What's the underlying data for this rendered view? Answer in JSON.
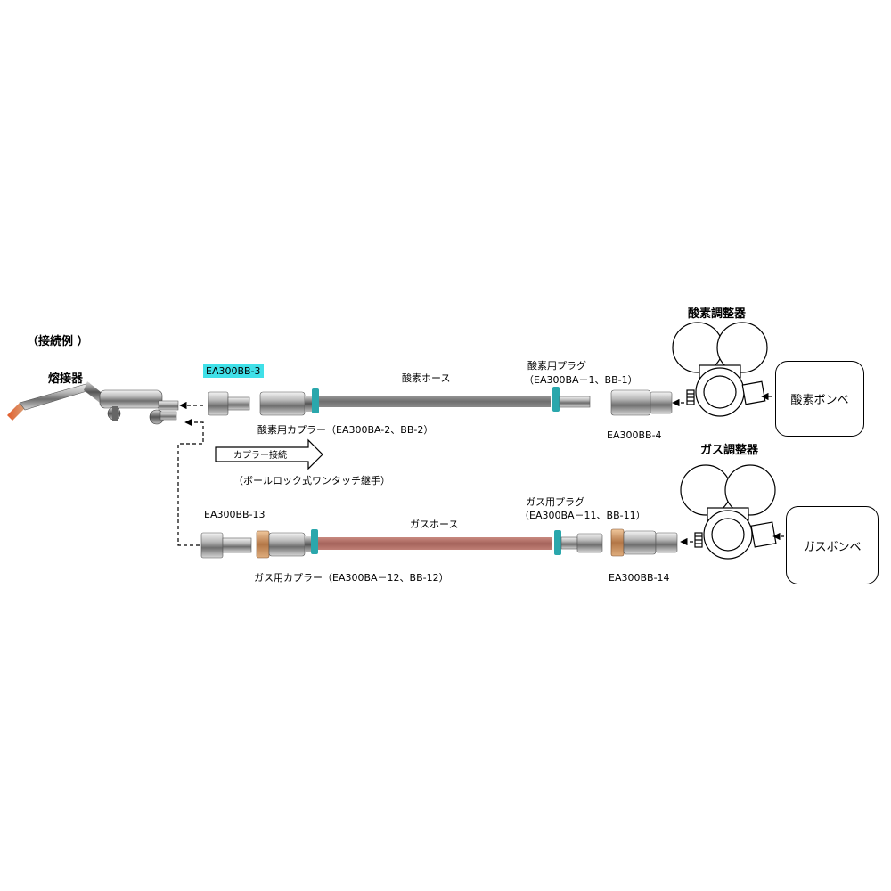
{
  "labels": {
    "example": "（接続例 ）",
    "torch": "熔接器",
    "oxy_regulator": "酸素調整器",
    "gas_regulator": "ガス調整器",
    "oxy_cylinder": "酸素ボンベ",
    "gas_cylinder": "ガスボンベ",
    "oxy_hose": "酸素ホース",
    "gas_hose": "ガスホース",
    "bb3": "EA300BB-3",
    "bb4": "EA300BB-4",
    "bb13": "EA300BB-13",
    "bb14": "EA300BB-14",
    "oxy_plug": "酸素用プラグ",
    "oxy_plug_models": "（EA300BA－1、BB-1）",
    "gas_plug": "ガス用プラグ",
    "gas_plug_models": "（EA300BA－11、BB-11）",
    "oxy_coupler": "酸素用カプラー（EA300BA-2、BB-2）",
    "gas_coupler": "ガス用カプラー（EA300BA－12、BB-12）",
    "coupler_connection": "カプラー接続",
    "ball_lock": "（ボールロック式ワンタッチ継手）"
  },
  "colors": {
    "highlight": "#40e0e8",
    "oxy_hose": "#7d7d7d",
    "gas_hose": "#b97870",
    "clamp": "#2aa7ac",
    "brass": "#c9905c"
  }
}
